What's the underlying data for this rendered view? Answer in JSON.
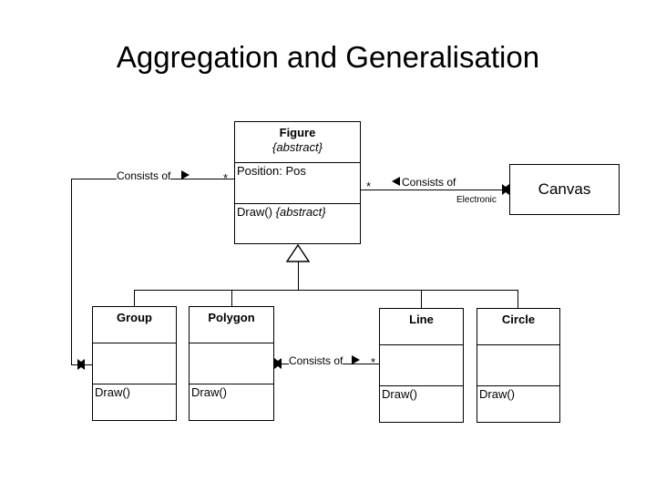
{
  "slide": {
    "title": "Aggregation and Generalisation"
  },
  "classes": {
    "figure": {
      "name": "Figure",
      "stereotype": "{abstract}",
      "attribute": "Position: Pos",
      "operation": "Draw()",
      "operation_modifier": "{abstract}"
    },
    "canvas": {
      "name": "Canvas"
    },
    "group": {
      "name": "Group",
      "operation": "Draw()"
    },
    "polygon": {
      "name": "Polygon",
      "operation": "Draw()"
    },
    "line": {
      "name": "Line",
      "operation": "Draw()"
    },
    "circle": {
      "name": "Circle",
      "operation": "Draw()"
    }
  },
  "associations": {
    "figure_group": {
      "label": "Consists of",
      "multiplicity": "*",
      "direction_icon": "solid-right-triangle",
      "aggregation_icon": "filled-diamond"
    },
    "canvas_figure": {
      "label": "Consists of",
      "multiplicity": "*",
      "role": "Electronic",
      "direction_icon": "solid-left-triangle",
      "aggregation_icon": "filled-diamond"
    },
    "polygon_line": {
      "label": "Consists of",
      "multiplicity": "*",
      "direction_icon": "solid-right-triangle",
      "aggregation_icon": "filled-diamond"
    },
    "generalisation": {
      "icon": "hollow-triangle"
    }
  }
}
